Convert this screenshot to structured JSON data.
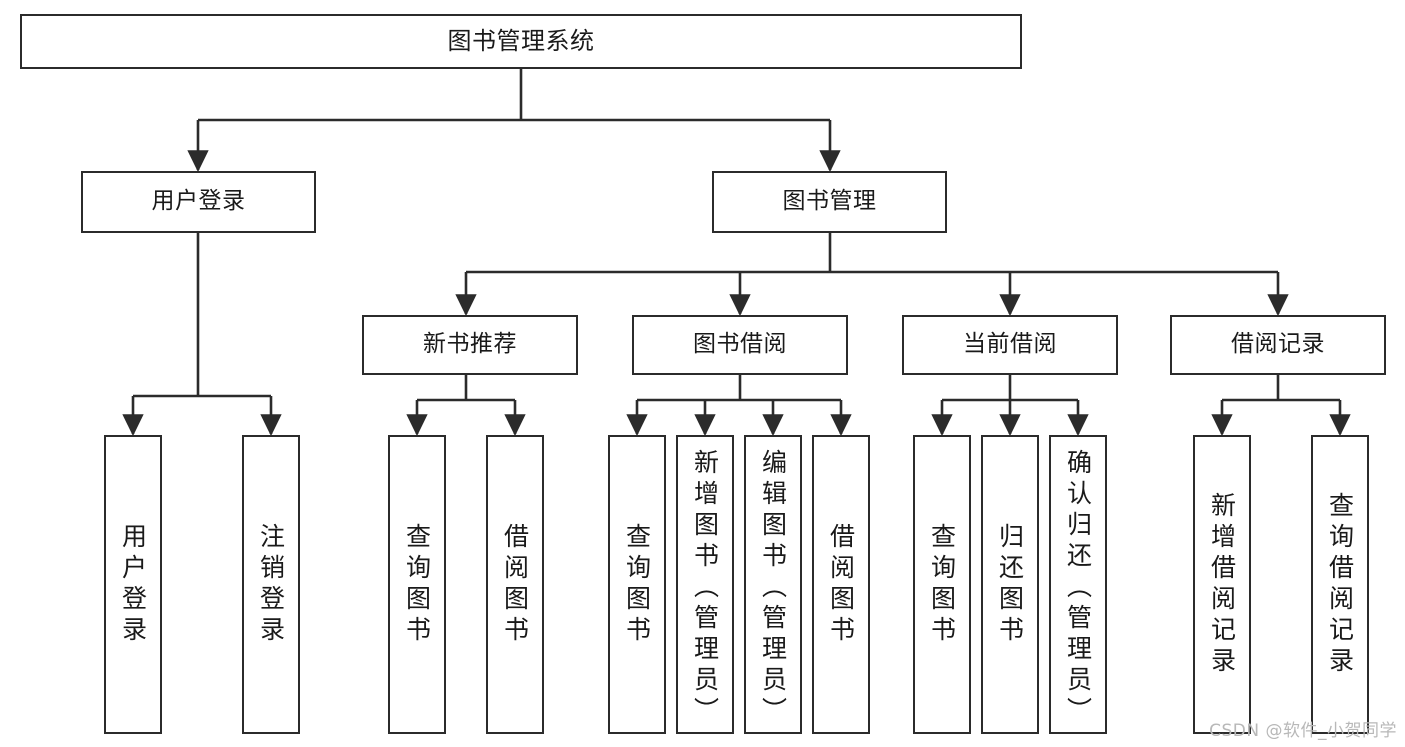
{
  "diagram": {
    "title": "图书管理系统",
    "watermark": "CSDN @软件_小贺同学",
    "colors": {
      "box_border": "#2b2b2b",
      "box_fill": "#ffffff",
      "edge": "#2b2b2b",
      "text": "#1a1a1a",
      "watermark": "#b8b8b8",
      "background": "#ffffff"
    },
    "nodes": {
      "root": "图书管理系统",
      "level2": {
        "user_login": "用户登录",
        "book_manage": "图书管理"
      },
      "level3": {
        "new_book_recommend": "新书推荐",
        "book_borrow": "图书借阅",
        "current_borrow": "当前借阅",
        "borrow_record": "借阅记录"
      },
      "leaves": {
        "user_login_1": "用户登录",
        "user_login_2": "注销登录",
        "recommend_1": "查询图书",
        "recommend_2": "借阅图书",
        "borrow_1": "查询图书",
        "borrow_2": "新增图书（管理员）",
        "borrow_3": "编辑图书（管理员）",
        "borrow_4": "借阅图书",
        "current_1": "查询图书",
        "current_2": "归还图书",
        "current_3": "确认归还（管理员）",
        "record_1": "新增借阅记录",
        "record_2": "查询借阅记录"
      }
    }
  },
  "chart_data": {
    "type": "diagram",
    "subtype": "tree-hierarchy",
    "title": "图书管理系统",
    "orientation": "top-down",
    "levels": 4,
    "tree": {
      "label": "图书管理系统",
      "children": [
        {
          "label": "用户登录",
          "children": [
            {
              "label": "用户登录",
              "children": []
            },
            {
              "label": "注销登录",
              "children": []
            }
          ]
        },
        {
          "label": "图书管理",
          "children": [
            {
              "label": "新书推荐",
              "children": [
                {
                  "label": "查询图书",
                  "children": []
                },
                {
                  "label": "借阅图书",
                  "children": []
                }
              ]
            },
            {
              "label": "图书借阅",
              "children": [
                {
                  "label": "查询图书",
                  "children": []
                },
                {
                  "label": "新增图书（管理员）",
                  "children": []
                },
                {
                  "label": "编辑图书（管理员）",
                  "children": []
                },
                {
                  "label": "借阅图书",
                  "children": []
                }
              ]
            },
            {
              "label": "当前借阅",
              "children": [
                {
                  "label": "查询图书",
                  "children": []
                },
                {
                  "label": "归还图书",
                  "children": []
                },
                {
                  "label": "确认归还（管理员）",
                  "children": []
                }
              ]
            },
            {
              "label": "借阅记录",
              "children": [
                {
                  "label": "新增借阅记录",
                  "children": []
                },
                {
                  "label": "查询借阅记录",
                  "children": []
                }
              ]
            }
          ]
        }
      ]
    }
  }
}
